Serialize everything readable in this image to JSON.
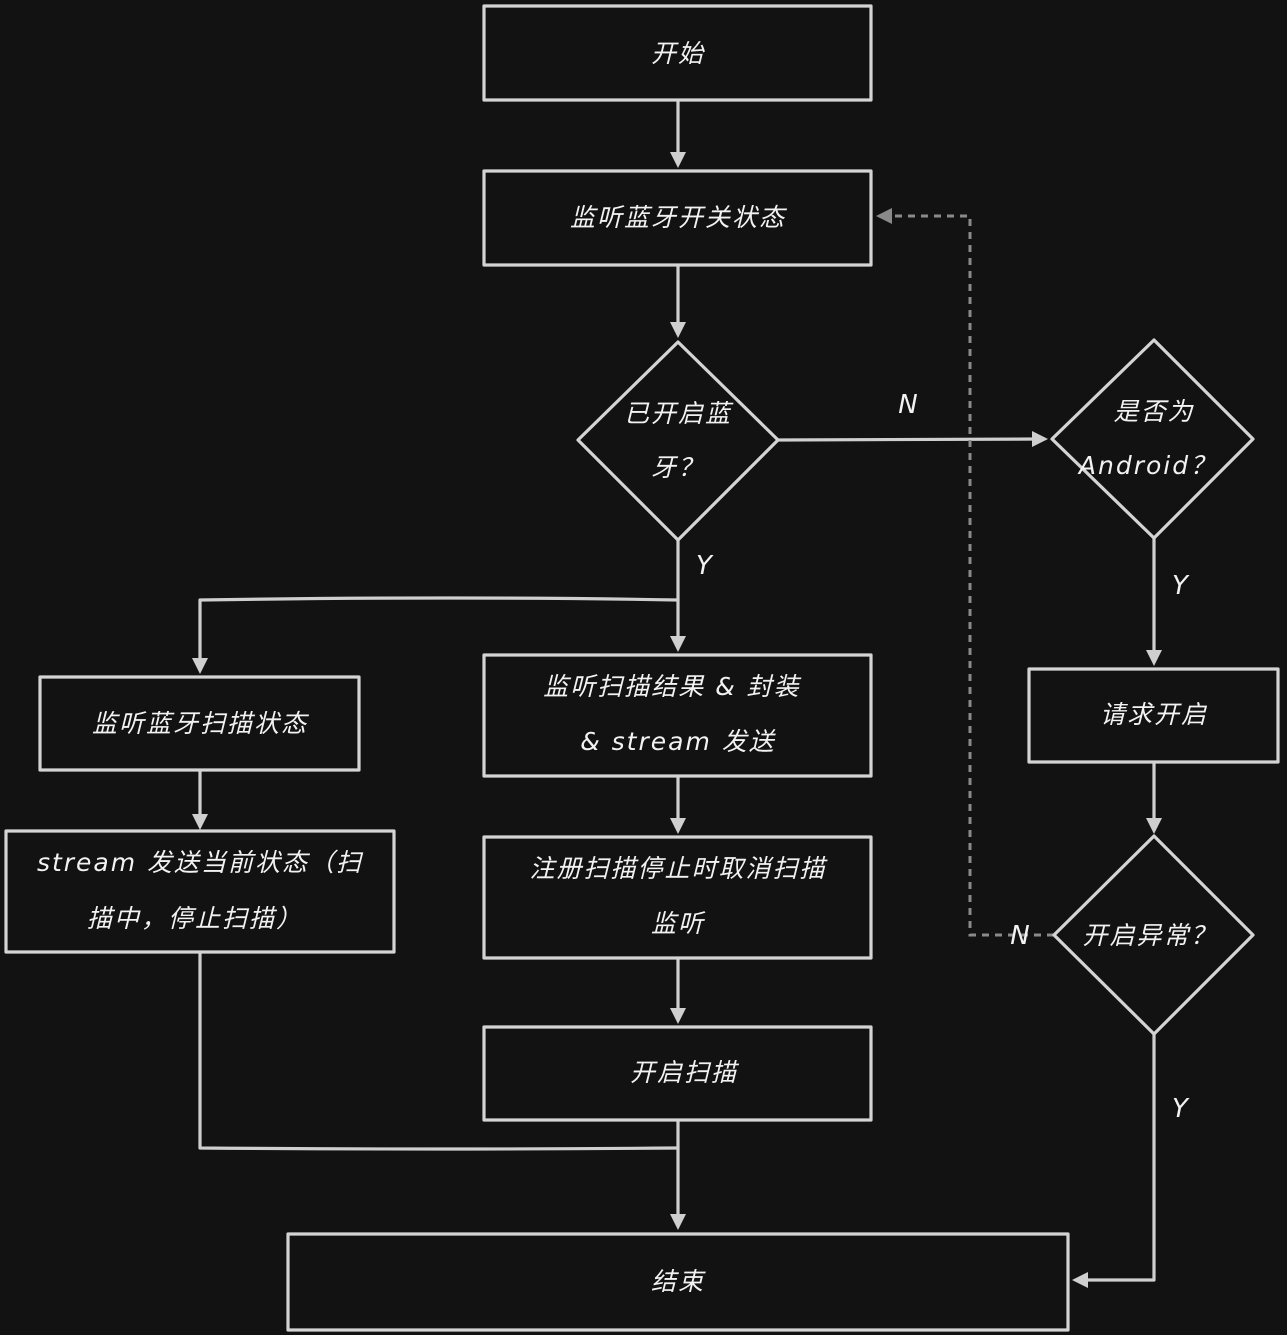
{
  "nodes": {
    "start": "开始",
    "listen_switch": "监听蓝牙开关状态",
    "is_enabled": [
      "已开启蓝",
      "牙？"
    ],
    "is_android": [
      "是否为",
      "Android？"
    ],
    "listen_scan_state": "监听蓝牙扫描状态",
    "listen_scan_result": [
      "监听扫描结果 & 封装",
      "& stream 发送"
    ],
    "request_enable": "请求开启",
    "stream_state": [
      "stream 发送当前状态（扫",
      "描中，停止扫描）"
    ],
    "register_stop": [
      "注册扫描停止时取消扫描",
      "监听"
    ],
    "enable_error": "开启异常？",
    "start_scan": "开启扫描",
    "end": "结束"
  },
  "edge_labels": {
    "enabled_yes": "Y",
    "enabled_no": "N",
    "android_yes": "Y",
    "error_no": "N",
    "error_yes": "Y"
  },
  "colors": {
    "background": "#121212",
    "stroke": "#d4d4d4",
    "text": "#f2f2f2",
    "dashed_edge": "#8a8a8a"
  }
}
